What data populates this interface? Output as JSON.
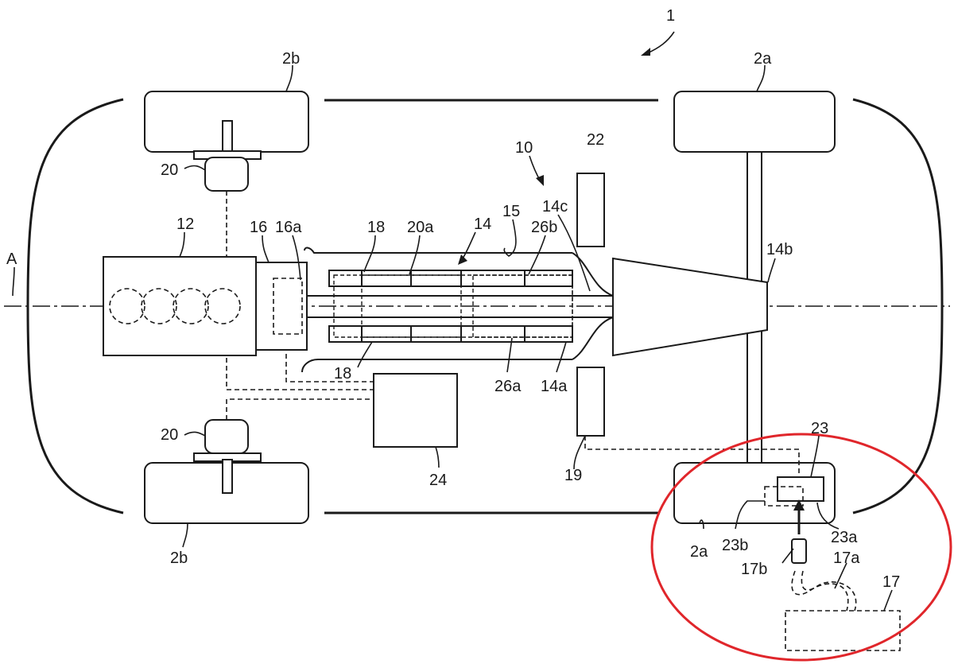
{
  "figure": {
    "labels": {
      "vehicle": "1",
      "front_wheel_top": "2a",
      "front_wheel_bottom": "2a",
      "rear_wheel_top": "2b",
      "rear_wheel_bottom": "2b",
      "axis": "A",
      "system": "10",
      "engine": "12",
      "shaft": "14",
      "shaft_end_b": "14b",
      "shaft_end_c": "14c",
      "shaft_end_a": "14a",
      "part_15": "15",
      "clutch": "16",
      "clutch_inner": "16a",
      "part_17": "17",
      "part_17a": "17a",
      "part_17b": "17b",
      "part_18_top": "18",
      "part_18_bottom": "18",
      "part_19": "19",
      "motor_top": "20",
      "motor_bottom": "20",
      "part_20a": "20a",
      "part_22": "22",
      "part_23": "23",
      "part_23a": "23a",
      "part_23b": "23b",
      "part_24": "24",
      "part_26a": "26a",
      "part_26b": "26b"
    },
    "highlight": {
      "shape": "ellipse",
      "color": "#e0262b"
    }
  }
}
